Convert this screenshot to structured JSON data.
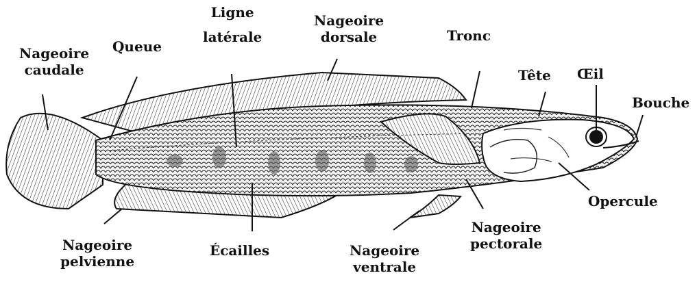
{
  "colors": {
    "ink": "#111111",
    "background": "#ffffff",
    "body_fill": "#f2f2f2",
    "head_fill": "#ffffff"
  },
  "icons": [
    "fish-illustration"
  ],
  "labels": {
    "nageoire_caudale": [
      "Nageoire",
      "caudale"
    ],
    "queue": "Queue",
    "ligne_laterale": [
      "Ligne",
      "latérale"
    ],
    "nageoire_dorsale": [
      "Nageoire",
      "dorsale"
    ],
    "tronc": "Tronc",
    "tete": "Tête",
    "oeil": "Œil",
    "bouche": "Bouche",
    "opercule": "Opercule",
    "nageoire_pectorale": [
      "Nageoire",
      "pectorale"
    ],
    "nageoire_ventrale": [
      "Nageoire",
      "ventrale"
    ],
    "ecailles": "Écailles",
    "nageoire_pelvienne": [
      "Nageoire",
      "pelvienne"
    ]
  }
}
